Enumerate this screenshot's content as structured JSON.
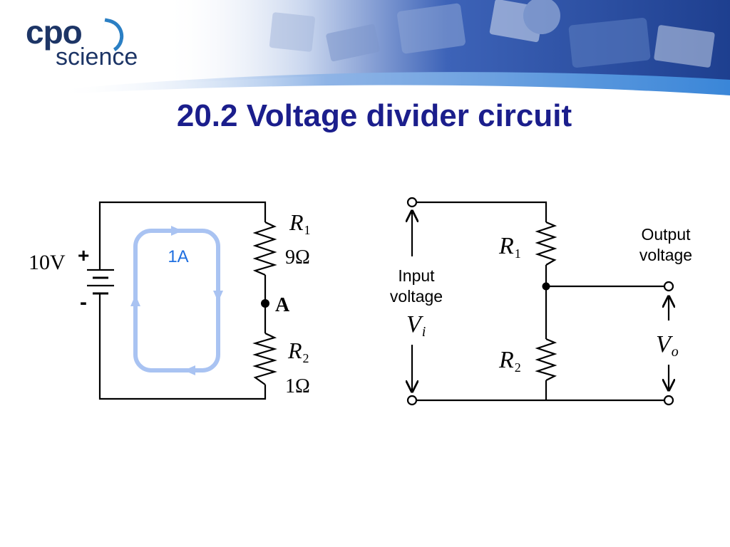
{
  "logo": {
    "line1": "cpo",
    "line2": "science"
  },
  "slide": {
    "title": "20.2 Voltage divider circuit"
  },
  "left_circuit": {
    "battery_voltage": "10V",
    "plus_sign": "+",
    "minus_sign": "-",
    "current": "1A",
    "r1_symbol": "R",
    "r1_sub": "1",
    "r1_value": "9Ω",
    "node_label": "A",
    "r2_symbol": "R",
    "r2_sub": "2",
    "r2_value": "1Ω",
    "loop_color": "#a9c3f2"
  },
  "right_circuit": {
    "r1_symbol": "R",
    "r1_sub": "1",
    "r2_symbol": "R",
    "r2_sub": "2",
    "input_line1": "Input",
    "input_line2": "voltage",
    "vi_symbol": "V",
    "vi_sub": "i",
    "output_line1": "Output",
    "output_line2": "voltage",
    "vo_symbol": "V",
    "vo_sub": "o"
  },
  "colors": {
    "title": "#1b1e8c",
    "logo_text": "#1d3566",
    "logo_accent": "#2b7fc4"
  }
}
